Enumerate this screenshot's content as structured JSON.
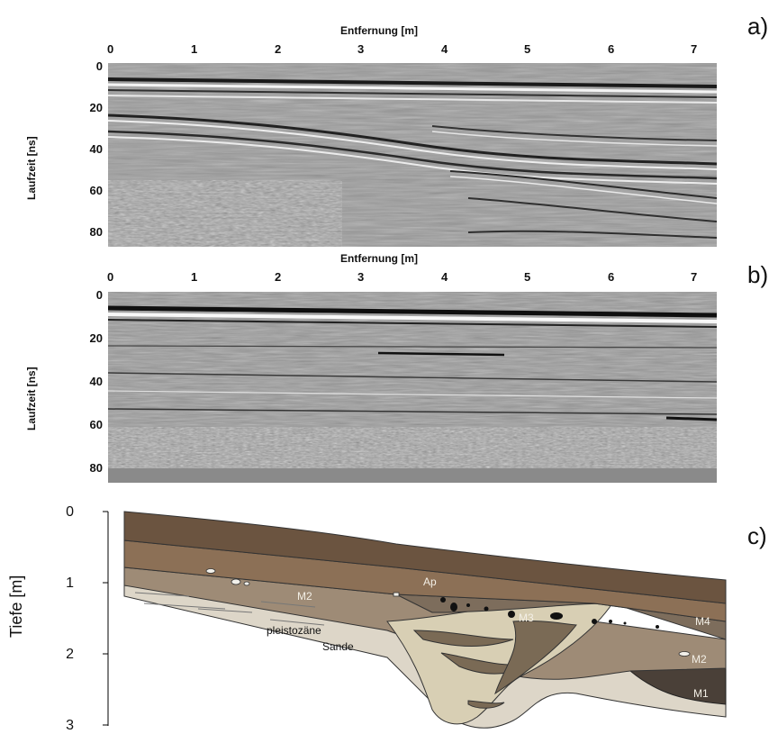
{
  "panels": [
    {
      "letter": "a)",
      "x_title": "Entfernung [m]",
      "y_title": "Laufzeit [ns]",
      "x_ticks": [
        "0",
        "1",
        "2",
        "3",
        "4",
        "5",
        "6",
        "7"
      ],
      "y_ticks": [
        "0",
        "20",
        "40",
        "60",
        "80"
      ]
    },
    {
      "letter": "b)",
      "x_title": "Entfernung [m]",
      "y_title": "Laufzeit [ns]",
      "x_ticks": [
        "0",
        "1",
        "2",
        "3",
        "4",
        "5",
        "6",
        "7"
      ],
      "y_ticks": [
        "0",
        "20",
        "40",
        "60",
        "80"
      ]
    },
    {
      "letter": "c)",
      "y_title": "Tiefe [m]",
      "y_ticks": [
        "0",
        "1",
        "2",
        "3"
      ],
      "labels": {
        "ap": "Ap",
        "m2_left": "M2",
        "m3": "M3",
        "m4": "M4",
        "m2_right": "M2",
        "m1": "M1",
        "sand_line1": "pleistozäne",
        "sand_line2": "Sande"
      }
    }
  ],
  "colors": {
    "ap": "#6b5440",
    "m4": "#8c7056",
    "m2": "#9e8b76",
    "m2_dark": "#7d6d5c",
    "m1": "#4a4038",
    "sand": "#ddd6c8",
    "fill_light": "#d8cfb4",
    "fill_dark": "#7a6a55",
    "radar_bg": "#8a8a8a"
  }
}
